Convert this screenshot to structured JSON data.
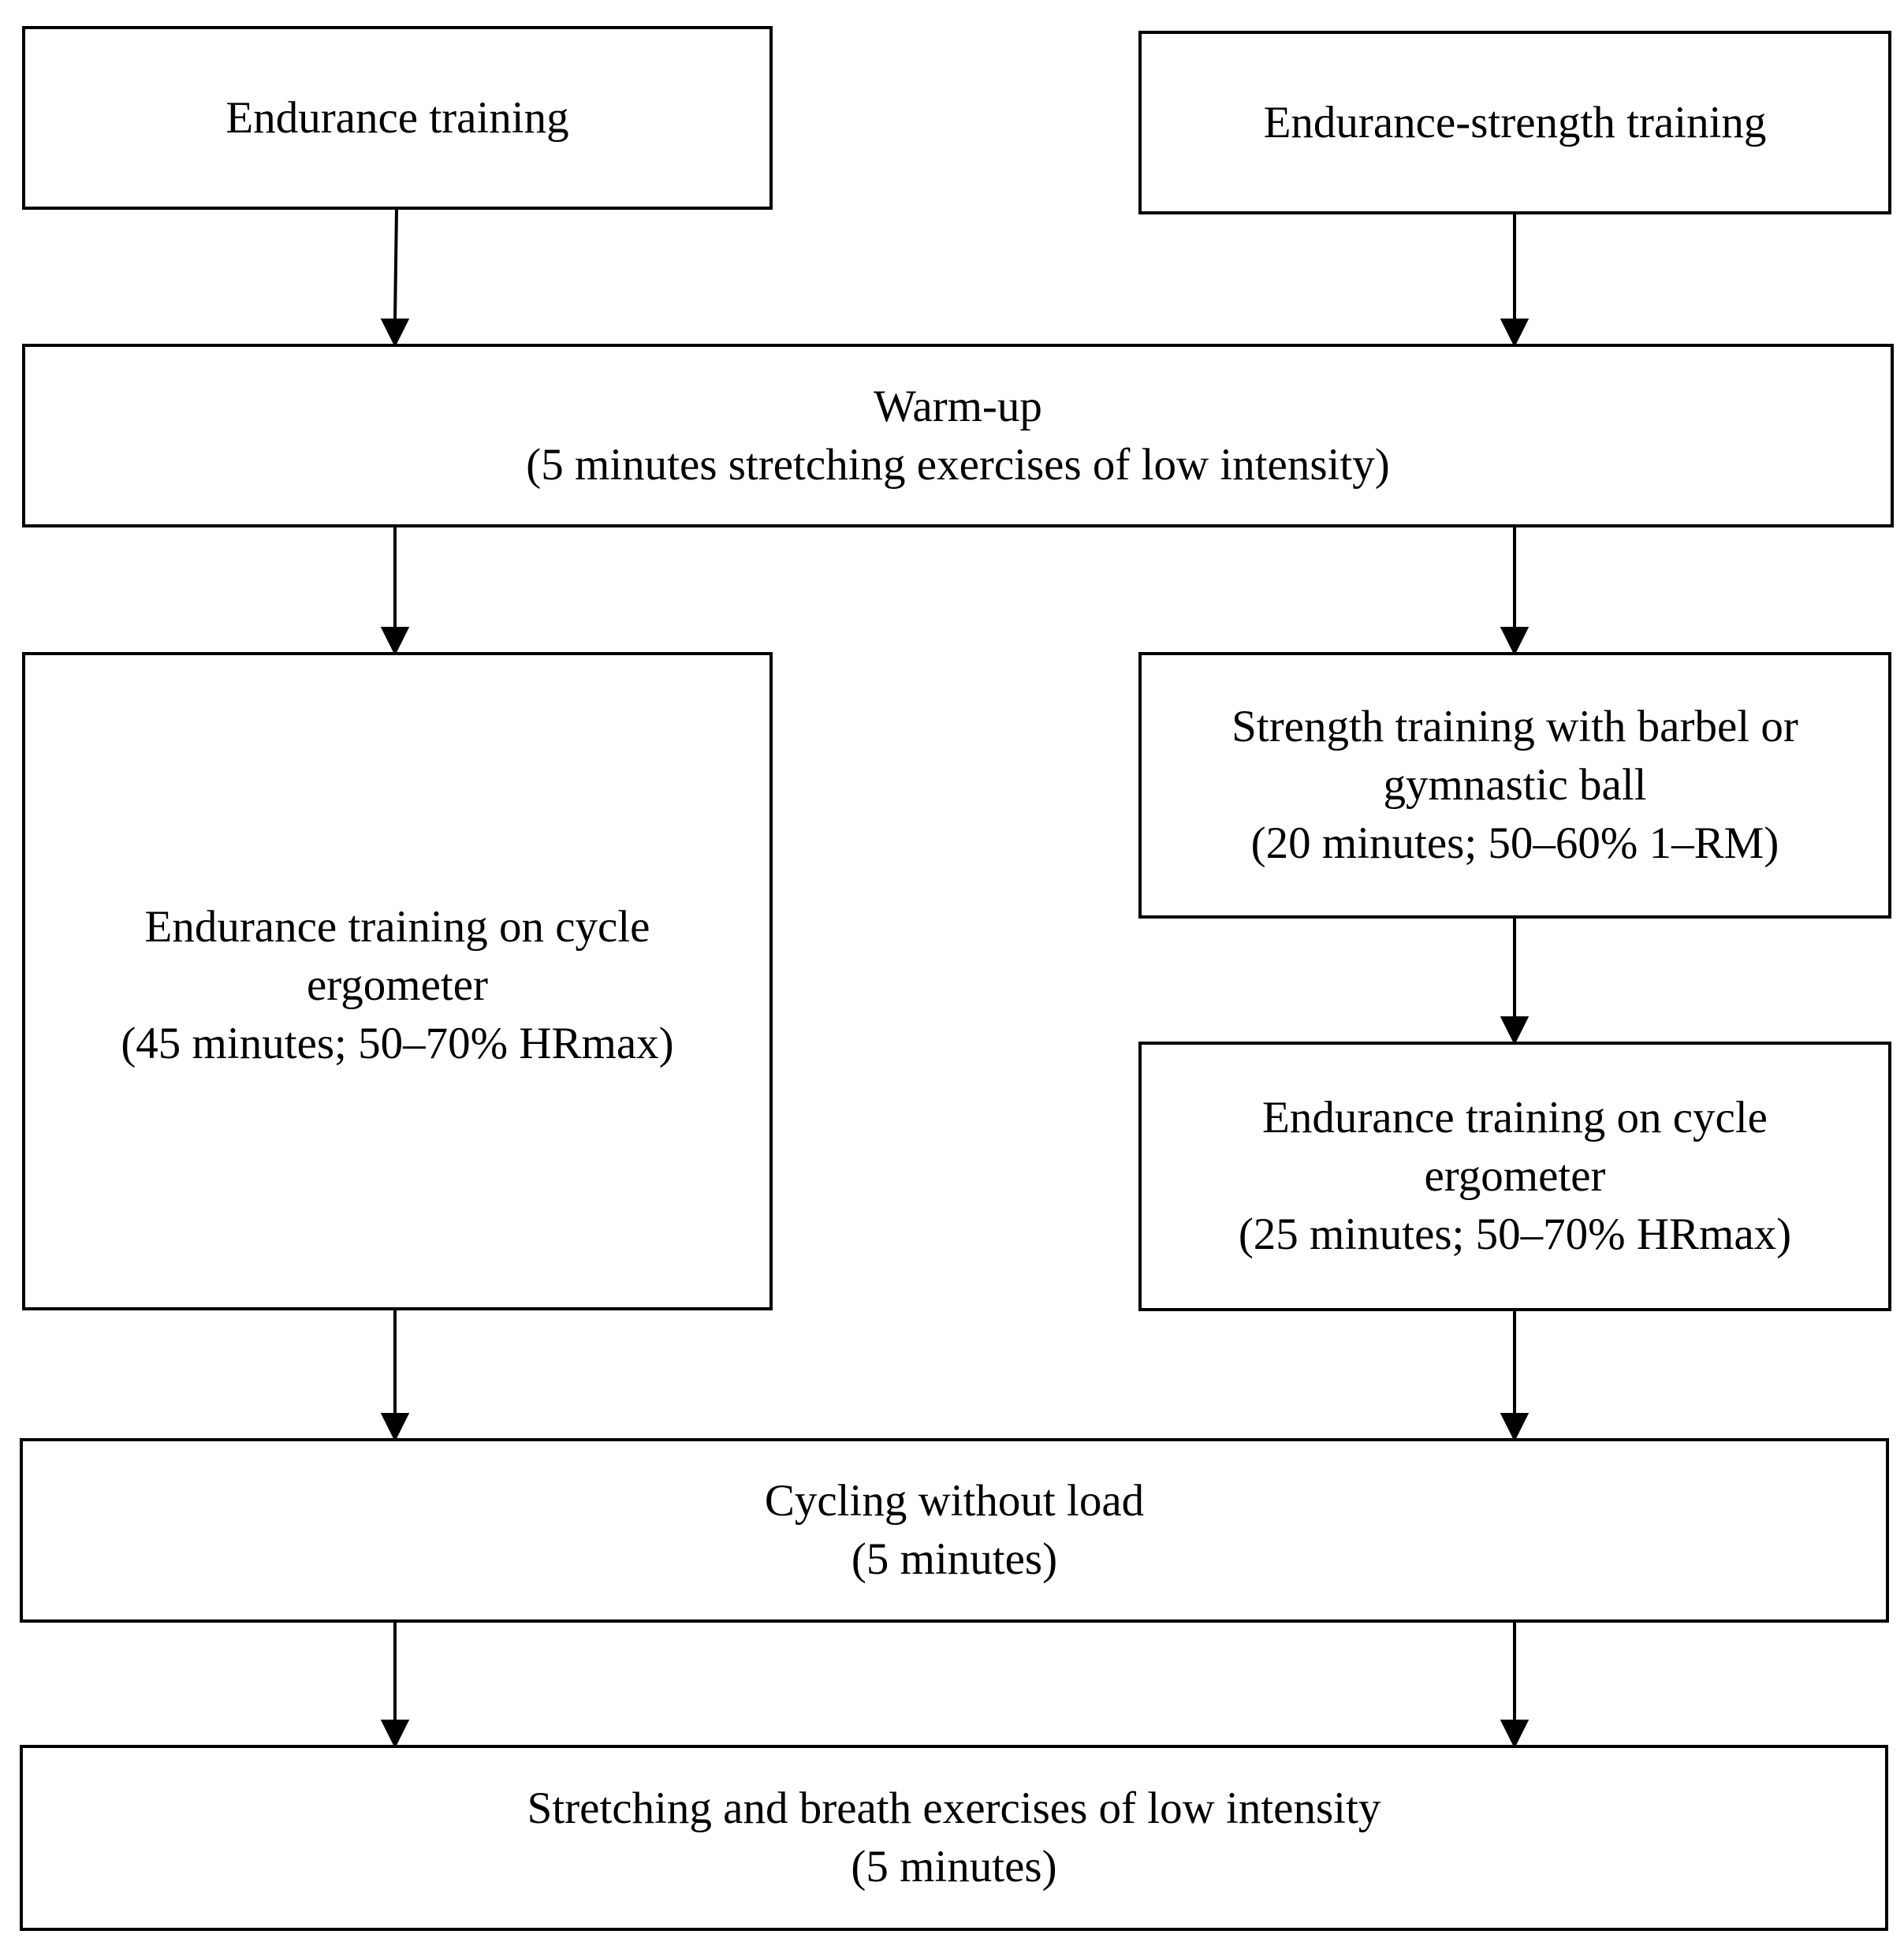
{
  "nodes": {
    "endurance_training": {
      "lines": [
        "Endurance training"
      ]
    },
    "endurance_strength_training": {
      "lines": [
        "Endurance-strength training"
      ]
    },
    "warm_up": {
      "lines": [
        "Warm-up",
        "(5 minutes stretching exercises of low intensity)"
      ]
    },
    "endurance_cycle_45": {
      "lines": [
        "Endurance training on cycle",
        "ergometer",
        "(45 minutes; 50–70% HRmax)"
      ]
    },
    "strength_training": {
      "lines": [
        "Strength training with barbel or",
        "gymnastic ball",
        "(20 minutes; 50–60% 1–RM)"
      ]
    },
    "endurance_cycle_25": {
      "lines": [
        "Endurance training on cycle",
        "ergometer",
        "(25 minutes; 50–70% HRmax)"
      ]
    },
    "cycling_without_load": {
      "lines": [
        "Cycling without load",
        "(5 minutes)"
      ]
    },
    "stretching_breath": {
      "lines": [
        "Stretching and breath exercises of low intensity",
        "(5 minutes)"
      ]
    }
  },
  "edges": [
    {
      "from": "endurance_training",
      "to": "warm_up"
    },
    {
      "from": "endurance_strength_training",
      "to": "warm_up"
    },
    {
      "from": "warm_up",
      "to": "endurance_cycle_45"
    },
    {
      "from": "warm_up",
      "to": "strength_training"
    },
    {
      "from": "strength_training",
      "to": "endurance_cycle_25"
    },
    {
      "from": "endurance_cycle_45",
      "to": "cycling_without_load"
    },
    {
      "from": "endurance_cycle_25",
      "to": "cycling_without_load"
    },
    {
      "from": "cycling_without_load",
      "to": "stretching_breath"
    },
    {
      "from": "cycling_without_load",
      "to": "stretching_breath"
    }
  ]
}
